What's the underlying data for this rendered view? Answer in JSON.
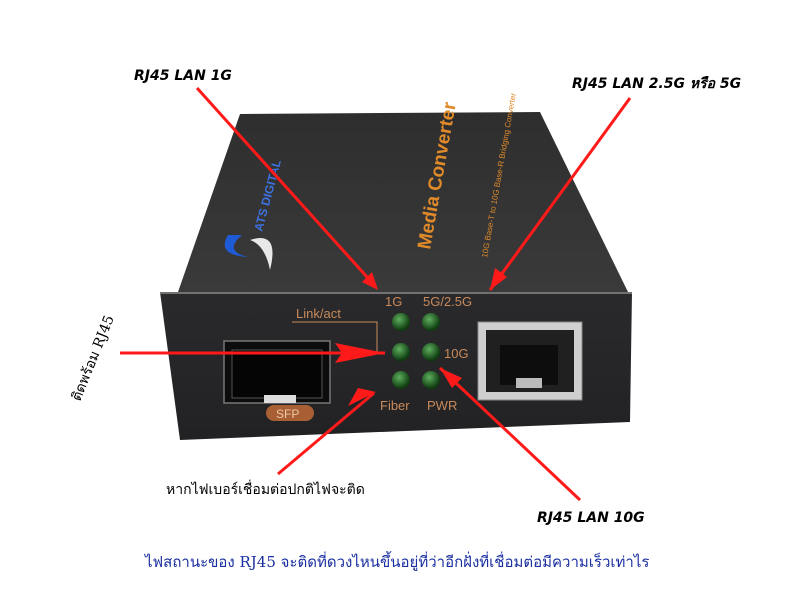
{
  "annotations": {
    "lan1g": "RJ45 LAN 1G",
    "lan25g": "RJ45 LAN 2.5G หรือ 5G",
    "lan10g": "RJ45 LAN 10G",
    "with_rj45": "ติดพร้อม RJ45",
    "fiber_note": "หากไฟเบอร์เชื่อมต่อปกติไฟจะติด",
    "caption": "ไฟสถานะของ RJ45 จะติดที่ดวงไหนขึ้นอยู่ที่ว่าอีกฝั่งที่เชื่อมต่อมีความเร็วเท่าไร"
  },
  "device": {
    "brand": "ATS DIGITAL",
    "product": "Media Converter",
    "subtitle": "10G Base-T to 10G Base-R Bridging Converter",
    "panel": {
      "link_act": "Link/act",
      "led_1g": "1G",
      "led_5g": "5G/2.5G",
      "led_10g": "10G",
      "led_fiber": "Fiber",
      "led_pwr": "PWR",
      "sfp": "SFP"
    }
  },
  "colors": {
    "arrow": "#ff1a1a",
    "caption": "#1a2fa0",
    "silk": "#c98a5a",
    "led": "#1f6b1f"
  }
}
